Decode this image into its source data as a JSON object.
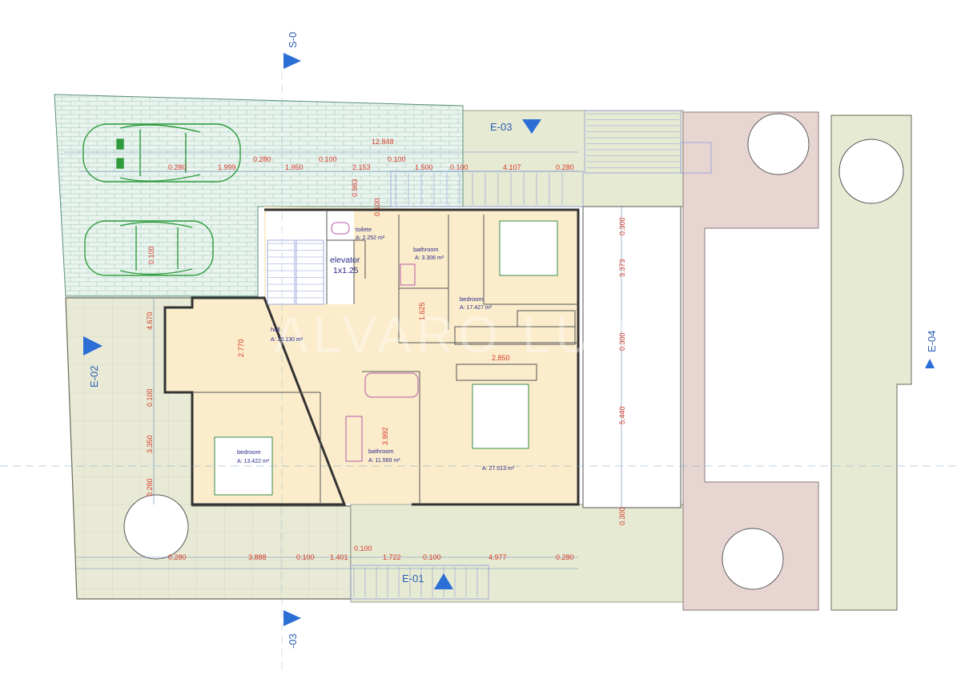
{
  "watermark": "ALVARO LUIS",
  "section_markers": {
    "top": "S-0",
    "bottom": "-03"
  },
  "elevation_markers": [
    {
      "label": "E-03"
    },
    {
      "label": "E-02"
    },
    {
      "label": "E-01"
    },
    {
      "label": "E-04"
    }
  ],
  "rooms": {
    "toilet": {
      "name": "toilete",
      "area": "A: 2.252 m²"
    },
    "bathroom_top": {
      "name": "bathroom",
      "area": "A: 3.306 m²"
    },
    "elevator": {
      "name": "elevator",
      "size": "1x1.25"
    },
    "bedroom_right_top": {
      "name": "bedroom",
      "area": "A: 17.427 m²"
    },
    "hall": {
      "name": "hall",
      "area": "A: 20.130 m²"
    },
    "bedroom_left": {
      "name": "bedroom",
      "area": "A: 13.422 m²"
    },
    "bathroom_center": {
      "name": "bathroom",
      "area": "A: 11.569 m²"
    },
    "bedroom_main": {
      "area": "A: 27.513 m²"
    }
  },
  "dimensions": {
    "top_overall": "12.848",
    "top_chain": [
      "0.280",
      "1.999",
      "0.280",
      "1.950",
      "0.100",
      "2.153",
      "0.100",
      "1.500",
      "0.100",
      "4.107",
      "0.280"
    ],
    "bottom_overall": "0.100",
    "bottom_chain": [
      "0.280",
      "3.888",
      "0.100",
      "1.401",
      "1.722",
      "0.100",
      "4.977",
      "0.280"
    ],
    "left_chain": [
      "4.670",
      "0.100",
      "3.350",
      "0.280"
    ],
    "right_chain": [
      "0.300",
      "3.373",
      "0.300",
      "5.440",
      "0.300"
    ],
    "interior": {
      "d_0983": "0.983",
      "d_0100_stair": "0.100",
      "d_0100_garage": "0.100",
      "d_2770": "2.770",
      "d_1625": "1.625",
      "d_2850": "2.850",
      "d_3992": "3.992"
    }
  },
  "colors": {
    "room_fill": "#fbeccb",
    "terrace_fill": "#e7ead3",
    "pink_fill": "#e7d5d2",
    "paving_fill": "#e9f3ee",
    "dim_text": "#d43a2a",
    "label_text": "#2a2a8a",
    "marker_blue": "#2b6fd6"
  }
}
